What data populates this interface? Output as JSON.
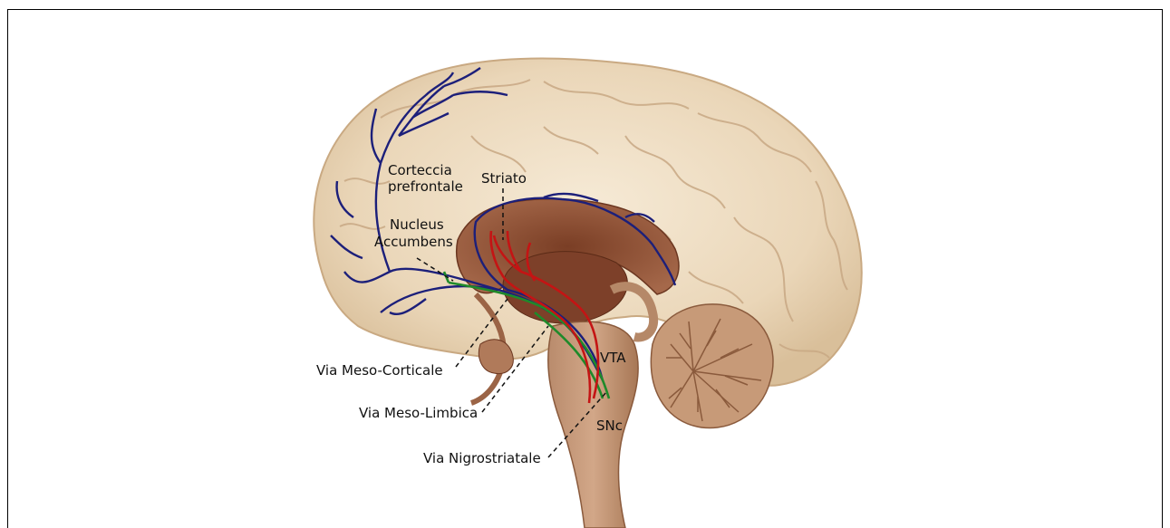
{
  "labels": {
    "prefrontal_cortex_line1": "Corteccia",
    "prefrontal_cortex_line2": "prefrontale",
    "striatum": "Striato",
    "nucleus_accumbens_line1": "Nucleus",
    "nucleus_accumbens_line2": "Accumbens",
    "mesocortical": "Via Meso-Corticale",
    "mesolimbic": "Via Meso-Limbica",
    "nigrostriatal": "Via Nigrostriatale",
    "vta": "VTA",
    "snc": "SNc"
  },
  "colors": {
    "mesocortical_pathway": "#1c1f7a",
    "mesolimbic_pathway": "#1f8a2a",
    "nigrostriatal_pathway": "#c41414",
    "brain_surface": "#ecd9bf",
    "brain_interior": "#8a4e32",
    "leader_line": "#111111"
  },
  "icons": {
    "brain": "brain-sagittal-section-illustration",
    "cerebellum": "cerebellum-arbor-vitae"
  }
}
